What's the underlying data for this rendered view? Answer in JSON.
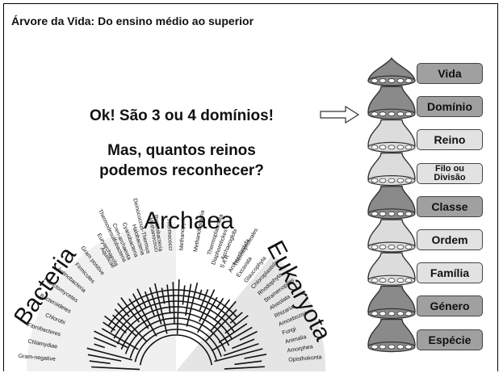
{
  "slide": {
    "title": "Árvore da Vida: Do ensino médio ao superior",
    "statement": "Ok! São 3 ou 4 domínios!",
    "question_line1": "Mas, quantos reinos",
    "question_line2": "podemos reconhecer?"
  },
  "tree": {
    "domains": [
      "Bacteria",
      "Archaea",
      "Eukaryota"
    ],
    "bacteria_groups": [
      "Gram-negative",
      "Chlamydiae",
      "Fibrobacteres",
      "Chlorobi",
      "Bacteroidetes",
      "Planctomycetes",
      "Actinobacteria",
      "Firmicutes",
      "Gram positive",
      "Aquificae",
      "Thermodesulfobacteria",
      "Cyanobacteria",
      "Deinococcus-Thermus",
      "Proteobacteria"
    ],
    "archaea_groups": [
      "Euryarchaeota",
      "Cren-archaeota",
      "Halobacteria",
      "Methanococci",
      "Thermococci",
      "Methanopyri",
      "Methanobacteria",
      "Thermoplasmata",
      "Archaeoglobi",
      "Thermoproteales"
    ],
    "eukaryota_groups": [
      "Diaphoretickes",
      "S A R",
      "Archaeplastida",
      "Excavata",
      "Glaucophyta",
      "Chloroplastida",
      "Rhodophyta",
      "Stramenopiles",
      "Alveolata",
      "Rhizaria",
      "Amoebozoa",
      "Fungi",
      "Animalia",
      "Amorphea",
      "Opisthokonta"
    ]
  },
  "ranks": [
    {
      "label": "Vida"
    },
    {
      "label": "Domínio"
    },
    {
      "label": "Reino"
    },
    {
      "label": "Filo ou Divisão",
      "line1": "Filo ou",
      "line2": "Divisão"
    },
    {
      "label": "Classe"
    },
    {
      "label": "Ordem"
    },
    {
      "label": "Família"
    },
    {
      "label": "Género"
    },
    {
      "label": "Espécie"
    }
  ],
  "colors": {
    "dark_gray": "#8a8a8a",
    "light_gray": "#dcdcdc",
    "outline": "#333333"
  },
  "icons": {
    "arrow": "right-outline-arrow-icon"
  }
}
